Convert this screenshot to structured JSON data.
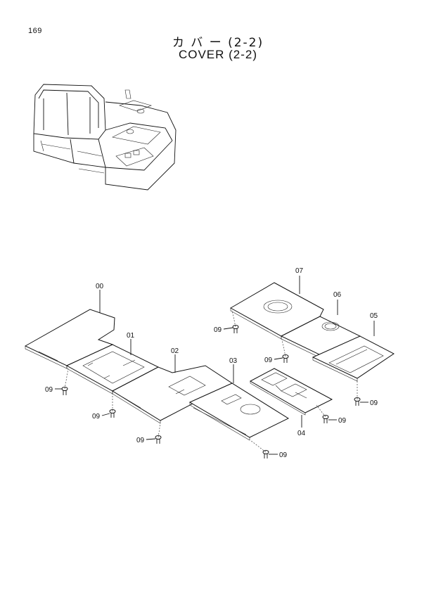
{
  "header": {
    "page_number": "169",
    "title_jp": "カ バ ー  (2-2)",
    "title_en": "COVER (2-2)"
  },
  "callouts": {
    "c00": "00",
    "c01": "01",
    "c02": "02",
    "c03": "03",
    "c04": "04",
    "c05": "05",
    "c06": "06",
    "c07": "07",
    "c09": "09"
  }
}
